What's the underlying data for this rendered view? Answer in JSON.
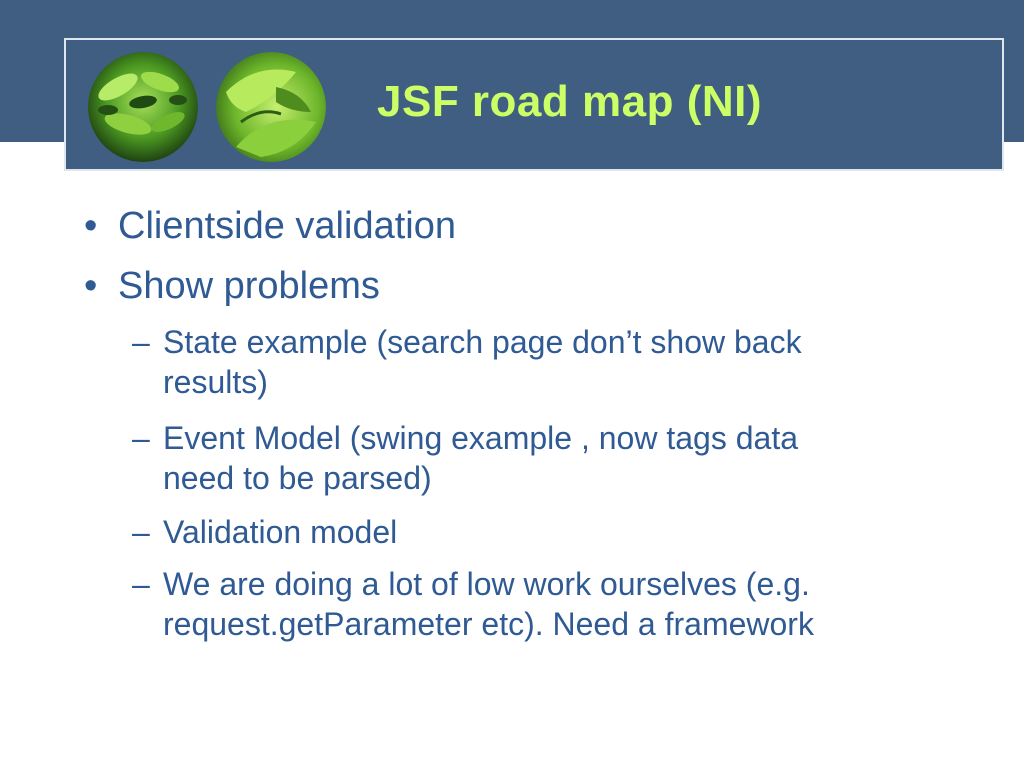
{
  "colors": {
    "header_bg": "#3f5e82",
    "header_border": "#dfe6ee",
    "title": "#ccff66",
    "body_text": "#2f5a93",
    "leaf_green": "#7cc23b",
    "leaf_dark": "#1e3b14"
  },
  "slide": {
    "title": "JSF road map (NI)"
  },
  "bullets": [
    {
      "marker": "•",
      "text": "Clientside validation"
    },
    {
      "marker": "•",
      "text": "Show problems"
    }
  ],
  "sub_bullets": [
    {
      "marker": "–",
      "lines": [
        "State example (search page don’t show back",
        "results)"
      ]
    },
    {
      "marker": "–",
      "lines": [
        "Event Model (swing example , now tags data",
        "need to be parsed)"
      ]
    },
    {
      "marker": "–",
      "lines": [
        "Validation model"
      ]
    },
    {
      "marker": "–",
      "lines": [
        "We are doing a lot of low work ourselves (e.g.",
        "request.getParameter etc). Need a framework"
      ]
    }
  ],
  "icons": [
    "leaf-photo-icon",
    "leaf-photo-icon"
  ]
}
